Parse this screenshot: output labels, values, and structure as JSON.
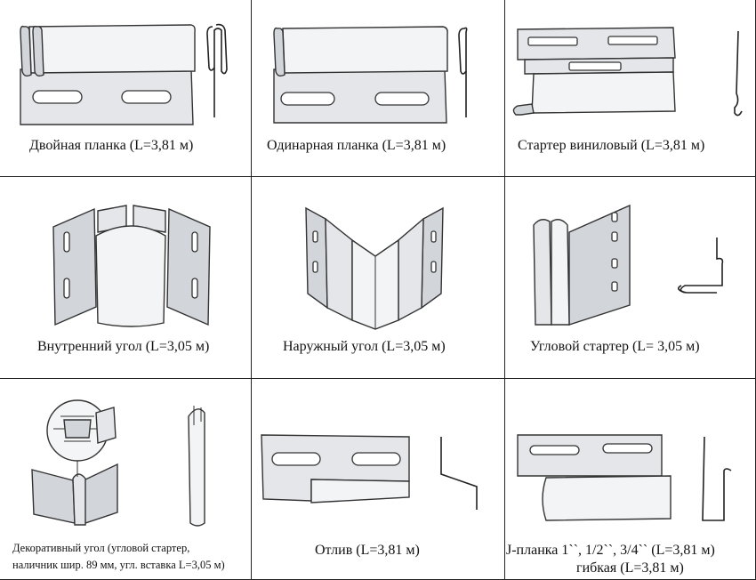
{
  "items": [
    {
      "caption": "Двойная планка (L=3,81 м)"
    },
    {
      "caption": "Одинарная планка (L=3,81 м)"
    },
    {
      "caption": "Стартер виниловый (L=3,81 м)"
    },
    {
      "caption": "Внутренний угол (L=3,05 м)"
    },
    {
      "caption": "Наружный угол (L=3,05 м)"
    },
    {
      "caption": "Угловой стартер (L= 3,05 м)"
    },
    {
      "caption_line1": "Декоративный угол (угловой стартер,",
      "caption_line2": "наличник шир. 89 мм, угл. вставка L=3,05 м)"
    },
    {
      "caption": "Отлив (L=3,81 м)"
    },
    {
      "caption_line1": "J-планка 1``, 1/2``, 3/4`` (L=3,81 м)",
      "caption_line2": "гибкая (L=3,81 м)"
    }
  ]
}
